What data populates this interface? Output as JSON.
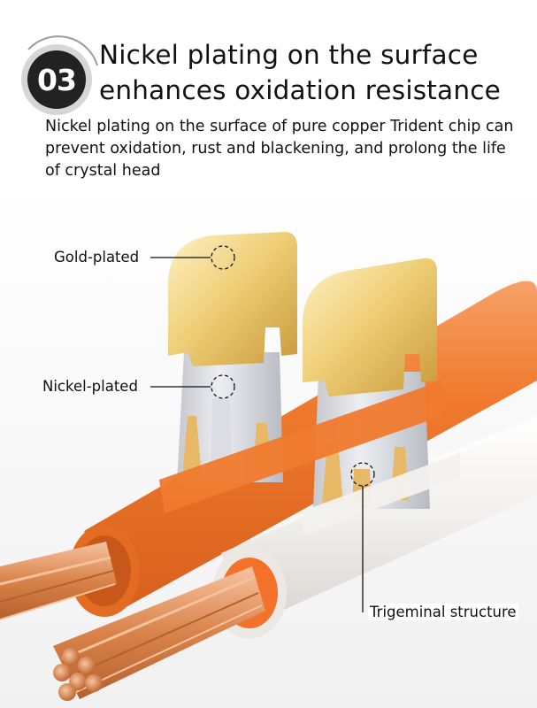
{
  "badge": {
    "number": "03",
    "colors": {
      "ring": "#bfbfbf",
      "fill": "#222222"
    }
  },
  "title": {
    "line1": "Nickel plating on the surface",
    "line2": "enhances oxidation resistance"
  },
  "description": "Nickel plating on the surface of pure copper Trident chip can prevent oxidation, rust and blackening, and prolong the life of crystal head",
  "callouts": {
    "gold": "Gold-plated",
    "nickel": "Nickel-plated",
    "trigeminal": "Trigeminal structure"
  },
  "colors": {
    "orange_cable": "#f07a2e",
    "white_cable": "#f3f1ee",
    "copper": "#d9834a",
    "gold": "#e9c25a",
    "nickel": "#d9dadf"
  }
}
